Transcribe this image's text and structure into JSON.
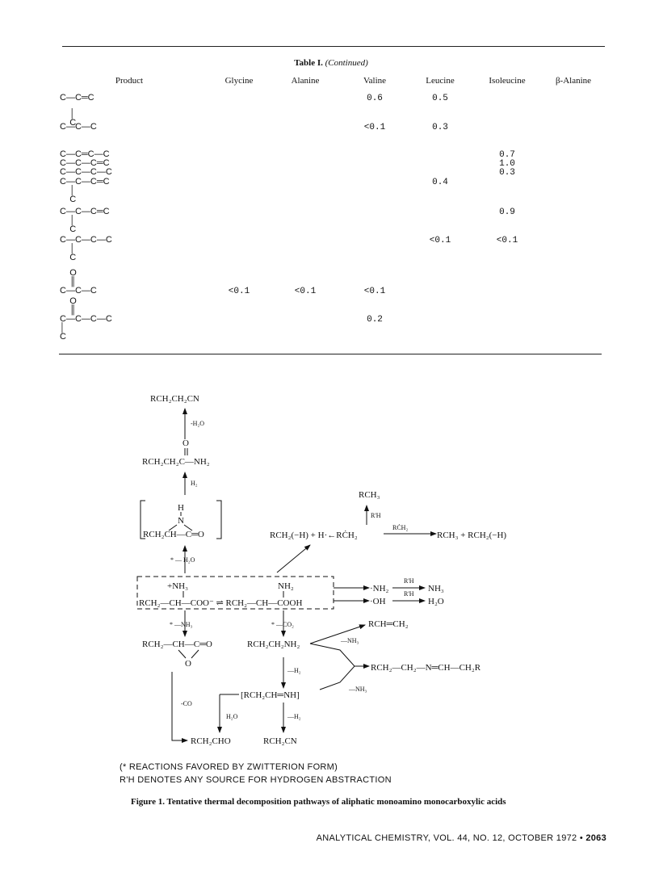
{
  "table": {
    "title": "Table I.",
    "continued": "(Continued)",
    "headers": [
      "Product",
      "Glycine",
      "Alanine",
      "Valine",
      "Leucine",
      "Isoleucine",
      "β-Alanine"
    ],
    "rows": [
      {
        "lines": [
          "C—C═C"
        ],
        "values": [
          "",
          "",
          "0.6",
          "0.5",
          "",
          ""
        ]
      },
      {
        "lines": [
          "C—C—C",
          "    │",
          "    C"
        ],
        "values": [
          "",
          "",
          "<0.1",
          "0.3",
          "",
          ""
        ]
      },
      {
        "lines": [
          "C—C═C—C"
        ],
        "values": [
          "",
          "",
          "",
          "",
          "0.7",
          ""
        ]
      },
      {
        "lines": [
          "C—C—C═C"
        ],
        "values": [
          "",
          "",
          "",
          "",
          "1.0",
          ""
        ]
      },
      {
        "lines": [
          "C—C—C—C"
        ],
        "values": [
          "",
          "",
          "",
          "",
          "0.3",
          ""
        ]
      },
      {
        "lines": [
          "C—C—C═C",
          "    │",
          "    C"
        ],
        "values": [
          "",
          "",
          "",
          "0.4",
          "",
          ""
        ]
      },
      {
        "lines": [
          "C—C—C═C",
          "    │",
          "    C"
        ],
        "values": [
          "",
          "",
          "",
          "",
          "0.9",
          ""
        ]
      },
      {
        "lines": [
          "C—C—C—C",
          "    │",
          "    C"
        ],
        "values": [
          "",
          "",
          "",
          "<0.1",
          "<0.1",
          ""
        ]
      },
      {
        "lines": [
          "C—C—C",
          "    ║",
          "    O"
        ],
        "values": [
          "<0.1",
          "<0.1",
          "<0.1",
          "",
          "",
          ""
        ]
      },
      {
        "lines": [
          "C—C—C—C",
          "    │  ║",
          "    C  O"
        ],
        "values": [
          "",
          "",
          "0.2",
          "",
          "",
          ""
        ]
      }
    ]
  },
  "scheme": {
    "rch2ch2cn": "RCH₂CH₂CN",
    "m_h2o": "-H₂O",
    "o": "O",
    "amide": "RCH₂CH₂C—NH₂",
    "h2": "H₂",
    "aziridinone_h": "H",
    "aziridinone_n": "N",
    "aziridinone_base": "RCH₂CH—C═O",
    "star_h2o": "* — H₂O",
    "rch3": "RCH₃",
    "rh": "R'H",
    "rch2_eq": "RCH₂(−H) + H·←RĊH₂",
    "rch2_label": "RĊH₂",
    "rch2_prod": "RCH₃ + RCH₂(−H)",
    "zw_top_left": "+NH₃",
    "zw_top_right": "NH₂",
    "zwitterion": "RCH₂—CH—COO⁻ ⇌ RCH₂—CH—COOH",
    "nh2_rad": "·NH₂",
    "nh3": "NH₃",
    "oh_rad": "·OH",
    "h2o": "H₂O",
    "star_nh3": "* —NH₃",
    "star_co2": "* —CO₂",
    "alkene": "RCH═CH₂",
    "m_nh3": "—NH₃",
    "lactone": "RCH₂—CH—C═O",
    "lactone_o": "O",
    "amine": "RCH₂CH₂NH₂",
    "m_h2": "—H₂",
    "imine_prod": "RCH₂—CH₂—N═CH—CH₂R",
    "m_co": "-CO",
    "imine": "[RCH₂CH═NH]",
    "h2o_small": "H₂O",
    "aldehyde": "RCH₂CHO",
    "nitrile": "RCH₂CN"
  },
  "notes": [
    "(* REACTIONS FAVORED BY ZWITTERION FORM)",
    "R'H DENOTES ANY SOURCE FOR HYDROGEN ABSTRACTION"
  ],
  "figure": {
    "label": "Figure 1.",
    "caption": "Tentative thermal decomposition pathways of aliphatic monoamino monocarboxylic acids"
  },
  "footer": {
    "journal": "ANALYTICAL CHEMISTRY, VOL. 44, NO. 12, OCTOBER 1972",
    "bullet": "•",
    "page": "2063"
  }
}
